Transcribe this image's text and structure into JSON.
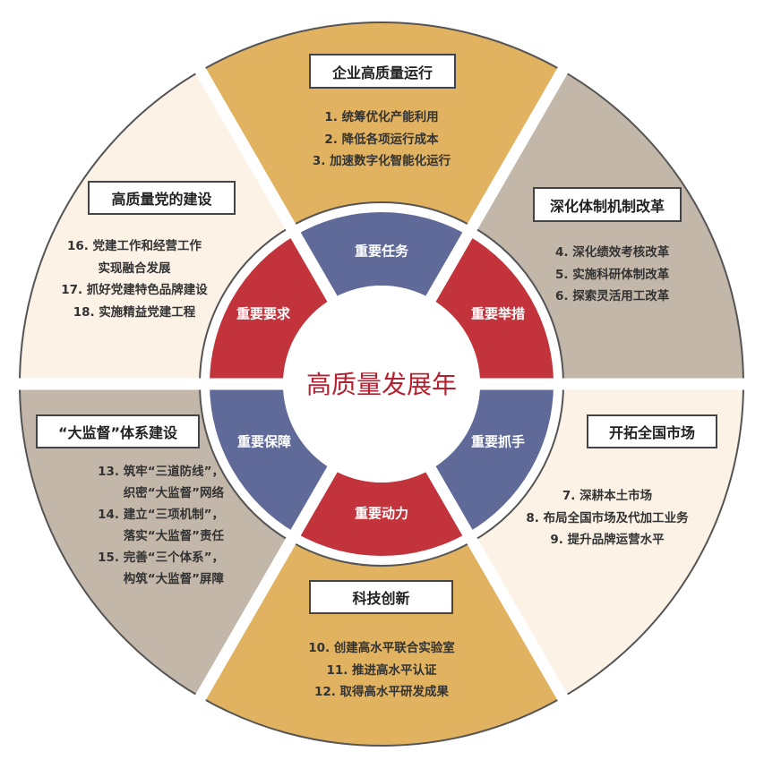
{
  "colors": {
    "gold": "#e1b260",
    "graybrown": "#c3b7a9",
    "cream": "#fcf3e6",
    "blue": "#606a98",
    "red": "#c3333b",
    "center_text": "#b52130",
    "outline": "#555555"
  },
  "center": {
    "title": "高质量发展年"
  },
  "inner_ring": [
    {
      "label": "重要任务",
      "color": "blue"
    },
    {
      "label": "重要举措",
      "color": "red"
    },
    {
      "label": "重要抓手",
      "color": "blue"
    },
    {
      "label": "重要动力",
      "color": "red"
    },
    {
      "label": "重要保障",
      "color": "blue"
    },
    {
      "label": "重要要求",
      "color": "red"
    }
  ],
  "outer_segments": [
    {
      "title": "企业高质量运行",
      "color": "gold",
      "items": [
        "1. 统筹优化产能利用",
        "2. 降低各项运行成本",
        "3. 加速数字化智能化运行"
      ]
    },
    {
      "title": "深化体制机制改革",
      "color": "graybrown",
      "items": [
        "4. 深化绩效考核改革",
        "5. 实施科研体制改革",
        "6. 探索灵活用工改革"
      ]
    },
    {
      "title": "开拓全国市场",
      "color": "cream",
      "items": [
        "7. 深耕本土市场",
        "8. 布局全国市场及代加工业务",
        "9. 提升品牌运营水平"
      ]
    },
    {
      "title": "科技创新",
      "color": "gold",
      "items": [
        "10. 创建高水平联合实验室",
        "11. 推进高水平认证",
        "12. 取得高水平研发成果"
      ]
    },
    {
      "title": "“大监督”体系建设",
      "color": "graybrown",
      "items": [
        "13. 筑牢“三道防线”，",
        "织密“大监督”网络",
        "14. 建立“三项机制”，",
        "落实“大监督”责任",
        "15. 完善“三个体系”，",
        "构筑“大监督”屏障"
      ]
    },
    {
      "title": "高质量党的建设",
      "color": "cream",
      "items": [
        "16. 党建工作和经营工作",
        "实现融合发展",
        "17. 抓好党建特色品牌建设",
        "18. 实施精益党建工程"
      ]
    }
  ]
}
